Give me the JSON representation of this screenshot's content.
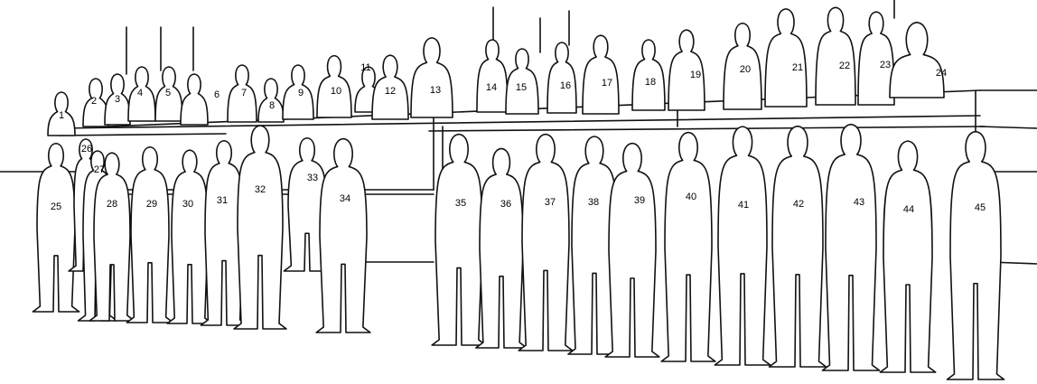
{
  "back_row": [
    {
      "n": "1"
    },
    {
      "n": "2"
    },
    {
      "n": "3"
    },
    {
      "n": "4"
    },
    {
      "n": "5"
    },
    {
      "n": "6"
    },
    {
      "n": "7"
    },
    {
      "n": "8"
    },
    {
      "n": "9"
    },
    {
      "n": "10"
    },
    {
      "n": "11"
    },
    {
      "n": "12"
    },
    {
      "n": "13"
    },
    {
      "n": "14"
    },
    {
      "n": "15"
    },
    {
      "n": "16"
    },
    {
      "n": "17"
    },
    {
      "n": "18"
    },
    {
      "n": "19"
    },
    {
      "n": "20"
    },
    {
      "n": "21"
    },
    {
      "n": "22"
    },
    {
      "n": "23"
    },
    {
      "n": "24"
    }
  ],
  "front_row": [
    {
      "n": "25"
    },
    {
      "n": "26"
    },
    {
      "n": "27"
    },
    {
      "n": "28"
    },
    {
      "n": "29"
    },
    {
      "n": "30"
    },
    {
      "n": "31"
    },
    {
      "n": "32"
    },
    {
      "n": "33"
    },
    {
      "n": "34"
    },
    {
      "n": "35"
    },
    {
      "n": "36"
    },
    {
      "n": "37"
    },
    {
      "n": "38"
    },
    {
      "n": "39"
    },
    {
      "n": "40"
    },
    {
      "n": "41"
    },
    {
      "n": "42"
    },
    {
      "n": "43"
    },
    {
      "n": "44"
    },
    {
      "n": "45"
    }
  ],
  "colors": {
    "stroke": "#111111",
    "fill": "#ffffff",
    "text": "#000000"
  }
}
